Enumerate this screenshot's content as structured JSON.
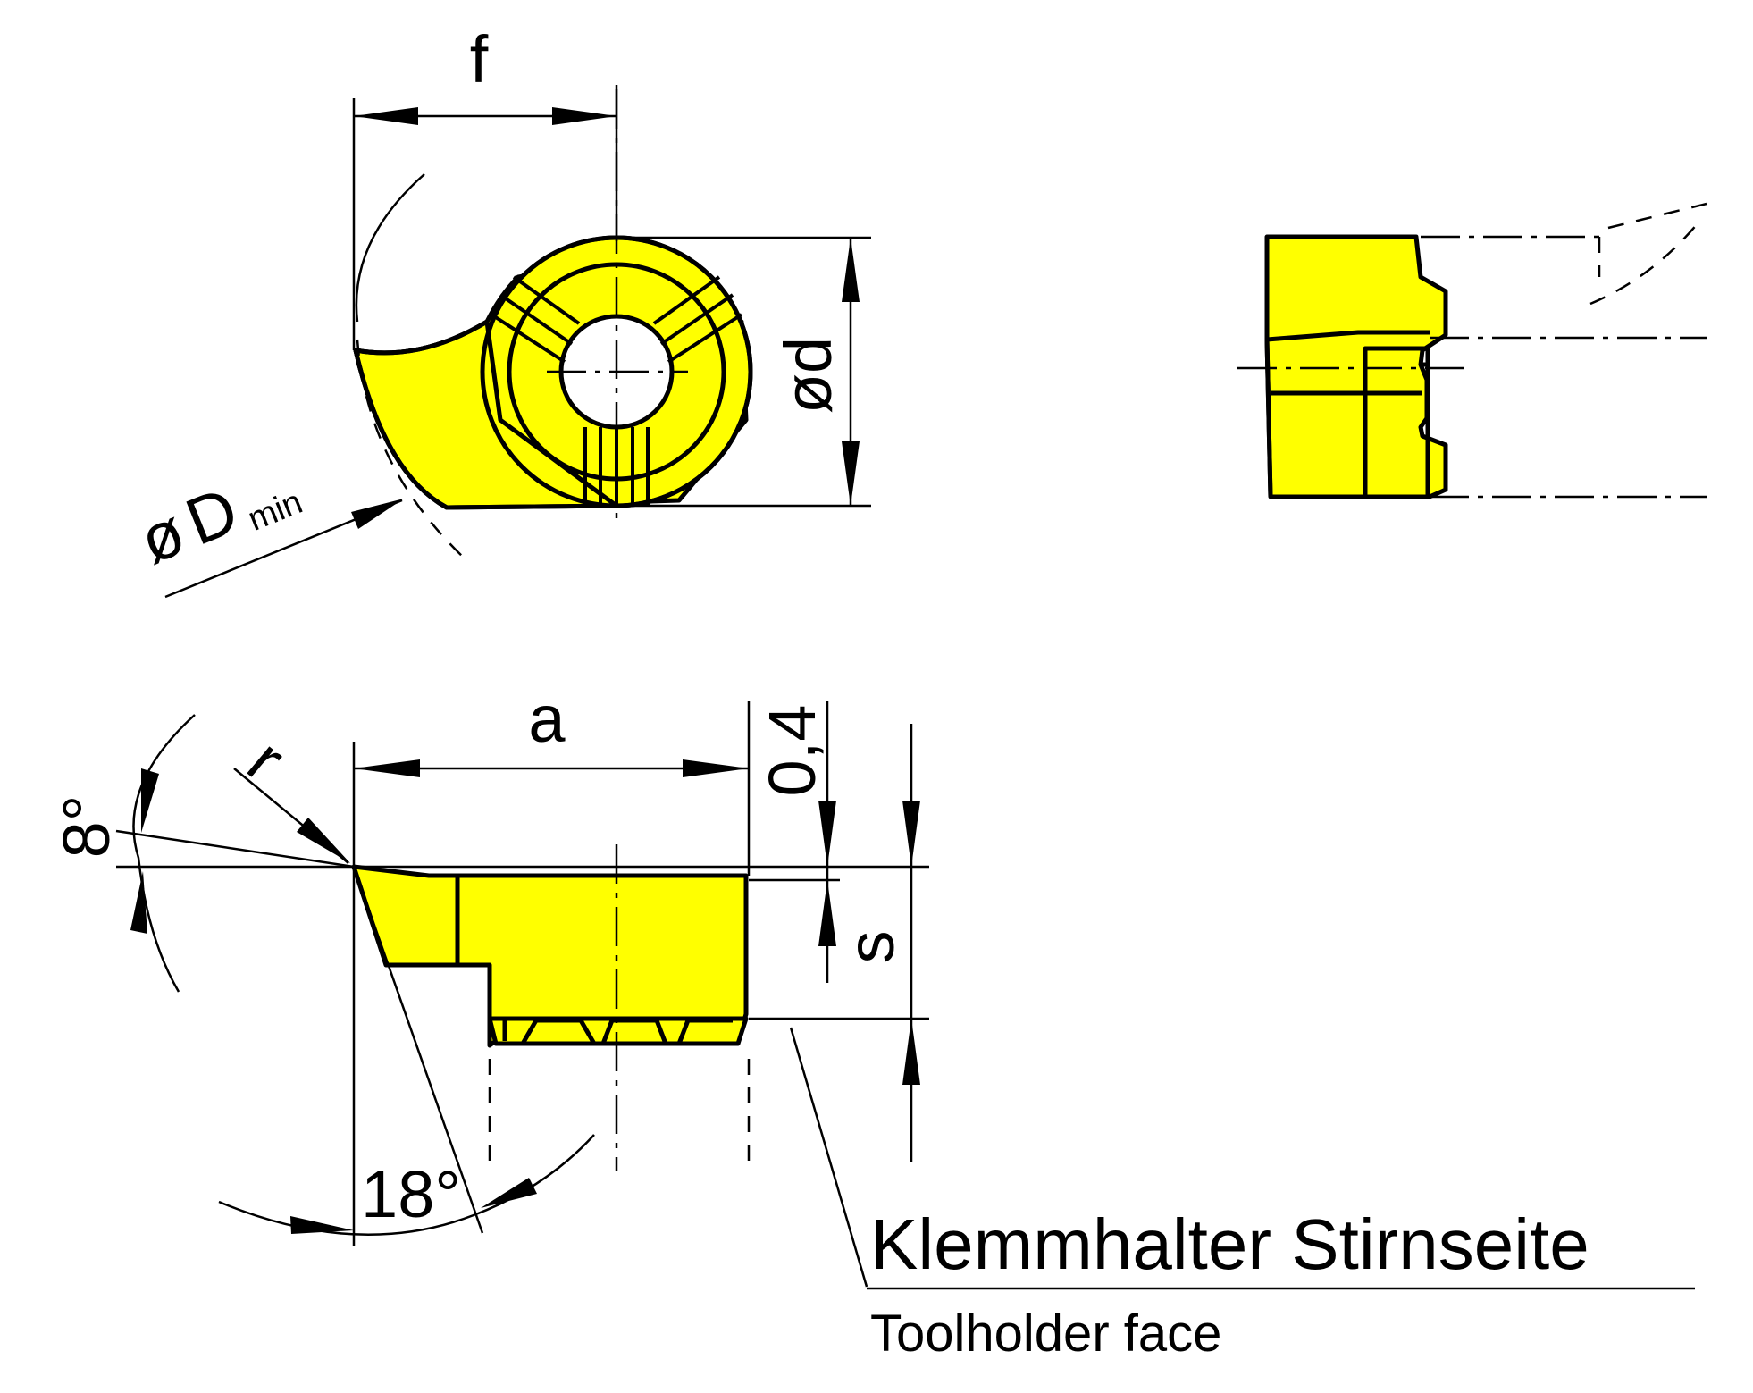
{
  "colors": {
    "insert_fill": "#ffff00",
    "line": "#000000",
    "background": "#ffffff"
  },
  "labels": {
    "dim_f": "f",
    "dim_d_prefix": "ø",
    "dim_d": "d",
    "dim_D_prefix": "ø",
    "dim_D": "D",
    "dim_D_sub": "min",
    "dim_a": "a",
    "dim_r": "r",
    "dim_04": "0,4",
    "dim_s": "s",
    "angle_8": "8°",
    "angle_18": "18°",
    "holder_de": "Klemmhalter Stirnseite",
    "holder_en": "Toolholder face"
  }
}
